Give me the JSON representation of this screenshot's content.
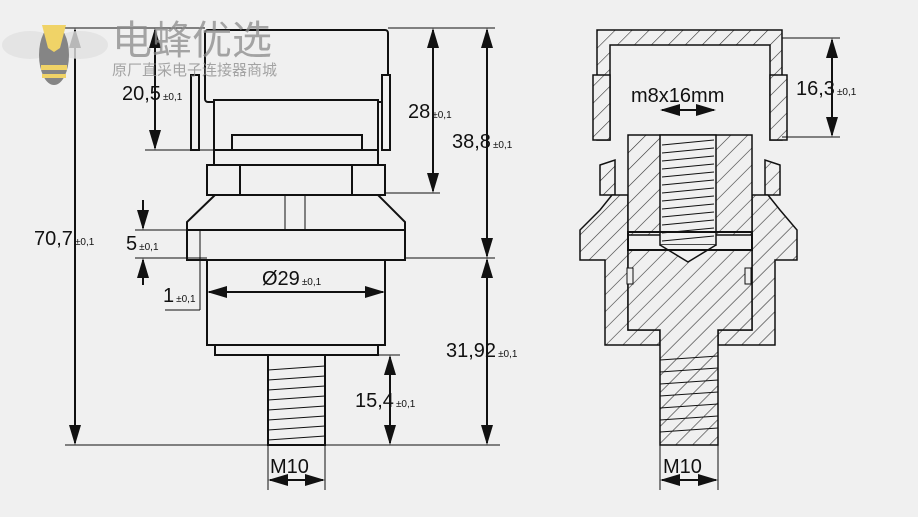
{
  "watermark": {
    "brand": "电蜂优选",
    "tagline": "原厂直采电子连接器商城"
  },
  "side_view": {
    "dimensions": [
      {
        "value": "70,7",
        "tolerance": "±0,1"
      },
      {
        "value": "20,5",
        "tolerance": "±0,1"
      },
      {
        "value": "28",
        "tolerance": "±0,1"
      },
      {
        "value": "38,8",
        "tolerance": "±0,1"
      },
      {
        "value": "5",
        "tolerance": "±0,1"
      },
      {
        "value": "1",
        "tolerance": "±0,1"
      },
      {
        "value": "Ø29",
        "tolerance": "±0,1"
      },
      {
        "value": "31,92",
        "tolerance": "±0,1"
      },
      {
        "value": "15,4",
        "tolerance": "±0,1"
      }
    ],
    "thread_label": "M10"
  },
  "section_view": {
    "dimensions": [
      {
        "value": "16,3",
        "tolerance": "±0,1"
      }
    ],
    "screw_label": "m8x16mm",
    "thread_label": "M10"
  }
}
